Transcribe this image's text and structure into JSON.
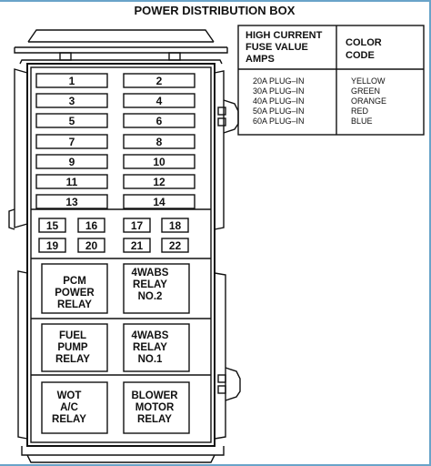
{
  "title": "POWER DISTRIBUTION BOX",
  "fuses": {
    "upper": [
      [
        "1",
        "2"
      ],
      [
        "3",
        "4"
      ],
      [
        "5",
        "6"
      ],
      [
        "7",
        "8"
      ],
      [
        "9",
        "10"
      ],
      [
        "11",
        "12"
      ],
      [
        "13",
        "14"
      ]
    ],
    "lower": [
      [
        "15",
        "16",
        "17",
        "18"
      ],
      [
        "19",
        "20",
        "21",
        "22"
      ]
    ]
  },
  "relays": [
    [
      "PCM",
      "POWER",
      "RELAY"
    ],
    [
      "4WABS",
      "RELAY",
      "NO.2"
    ],
    [
      "FUEL",
      "PUMP",
      "RELAY"
    ],
    [
      "4WABS",
      "RELAY",
      "NO.1"
    ],
    [
      "WOT",
      "A/C",
      "RELAY"
    ],
    [
      "BLOWER",
      "MOTOR",
      "RELAY"
    ]
  ],
  "legend_table": {
    "header_left": [
      "HIGH CURRENT",
      "FUSE VALUE",
      "AMPS"
    ],
    "header_right": [
      "COLOR",
      "CODE"
    ],
    "rows": [
      {
        "amps": "20A PLUG–IN",
        "color": "YELLOW"
      },
      {
        "amps": "30A PLUG–IN",
        "color": "GREEN"
      },
      {
        "amps": "40A PLUG–IN",
        "color": "ORANGE"
      },
      {
        "amps": "50A PLUG–IN",
        "color": "RED"
      },
      {
        "amps": "60A PLUG–IN",
        "color": "BLUE"
      }
    ]
  }
}
